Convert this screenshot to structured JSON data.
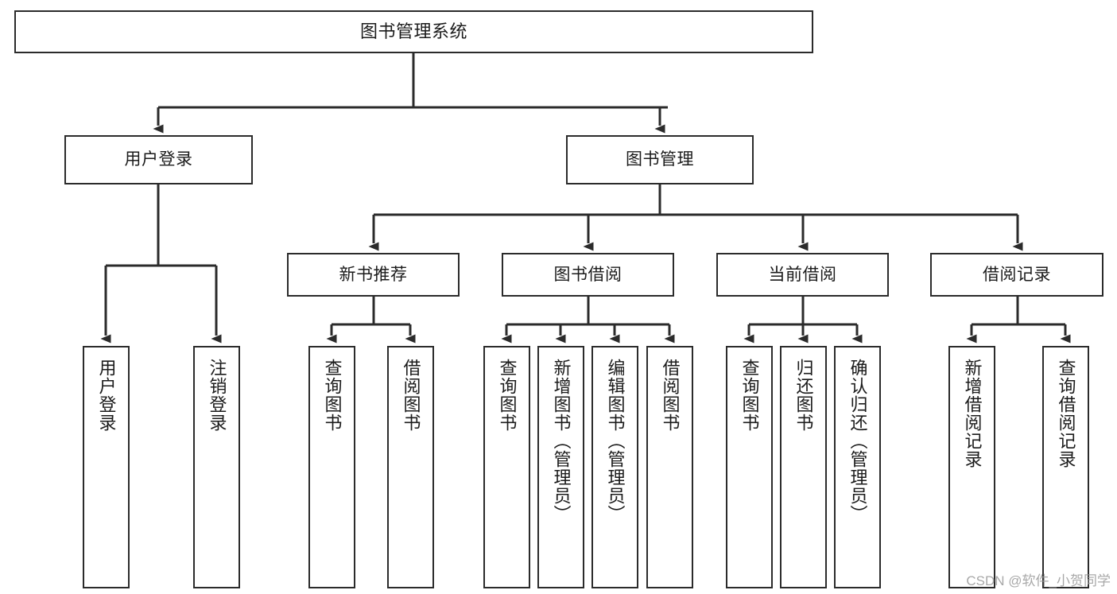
{
  "diagram": {
    "title": "图书管理系统",
    "type": "tree",
    "watermark": "CSDN @软件_小贺同学",
    "colors": {
      "box_border": "#2b2b2b",
      "box_fill": "#ffffff",
      "connector": "#2b2b2b",
      "text": "#1b1b1b",
      "watermark": "#9a9a9a",
      "background": "#ffffff"
    },
    "levels": {
      "root": 1,
      "modules": 2,
      "submodules": 3,
      "functions": 4
    },
    "nodes": {
      "root": {
        "label": "图书管理系统",
        "orientation": "horizontal"
      },
      "login": {
        "label": "用户登录",
        "orientation": "horizontal"
      },
      "book_mgmt": {
        "label": "图书管理",
        "orientation": "horizontal"
      },
      "new_book": {
        "label": "新书推荐",
        "orientation": "horizontal"
      },
      "borrow": {
        "label": "图书借阅",
        "orientation": "horizontal"
      },
      "current_borrow": {
        "label": "当前借阅",
        "orientation": "horizontal"
      },
      "borrow_record": {
        "label": "借阅记录",
        "orientation": "horizontal"
      },
      "leaf_user_login": {
        "label": "用户登录",
        "orientation": "vertical"
      },
      "leaf_logout": {
        "label": "注销登录",
        "orientation": "vertical"
      },
      "leaf_query_book_1": {
        "label": "查询图书",
        "orientation": "vertical"
      },
      "leaf_borrow_book_1": {
        "label": "借阅图书",
        "orientation": "vertical"
      },
      "leaf_query_book_2": {
        "label": "查询图书",
        "orientation": "vertical"
      },
      "leaf_add_book": {
        "label": "新增图书（管理员）",
        "orientation": "vertical"
      },
      "leaf_edit_book": {
        "label": "编辑图书（管理员）",
        "orientation": "vertical"
      },
      "leaf_borrow_book_2": {
        "label": "借阅图书",
        "orientation": "vertical"
      },
      "leaf_query_book_3": {
        "label": "查询图书",
        "orientation": "vertical"
      },
      "leaf_return_book": {
        "label": "归还图书",
        "orientation": "vertical"
      },
      "leaf_confirm_return": {
        "label": "确认归还（管理员）",
        "orientation": "vertical"
      },
      "leaf_add_record": {
        "label": "新增借阅记录",
        "orientation": "vertical"
      },
      "leaf_query_record": {
        "label": "查询借阅记录",
        "orientation": "vertical"
      }
    },
    "edges": [
      {
        "from": "root",
        "to": "login"
      },
      {
        "from": "root",
        "to": "book_mgmt"
      },
      {
        "from": "login",
        "to": "leaf_user_login"
      },
      {
        "from": "login",
        "to": "leaf_logout"
      },
      {
        "from": "book_mgmt",
        "to": "new_book"
      },
      {
        "from": "book_mgmt",
        "to": "borrow"
      },
      {
        "from": "book_mgmt",
        "to": "current_borrow"
      },
      {
        "from": "book_mgmt",
        "to": "borrow_record"
      },
      {
        "from": "new_book",
        "to": "leaf_query_book_1"
      },
      {
        "from": "new_book",
        "to": "leaf_borrow_book_1"
      },
      {
        "from": "borrow",
        "to": "leaf_query_book_2"
      },
      {
        "from": "borrow",
        "to": "leaf_add_book"
      },
      {
        "from": "borrow",
        "to": "leaf_edit_book"
      },
      {
        "from": "borrow",
        "to": "leaf_borrow_book_2"
      },
      {
        "from": "current_borrow",
        "to": "leaf_query_book_3"
      },
      {
        "from": "current_borrow",
        "to": "leaf_return_book"
      },
      {
        "from": "current_borrow",
        "to": "leaf_confirm_return"
      },
      {
        "from": "borrow_record",
        "to": "leaf_add_record"
      },
      {
        "from": "borrow_record",
        "to": "leaf_query_record"
      }
    ]
  }
}
